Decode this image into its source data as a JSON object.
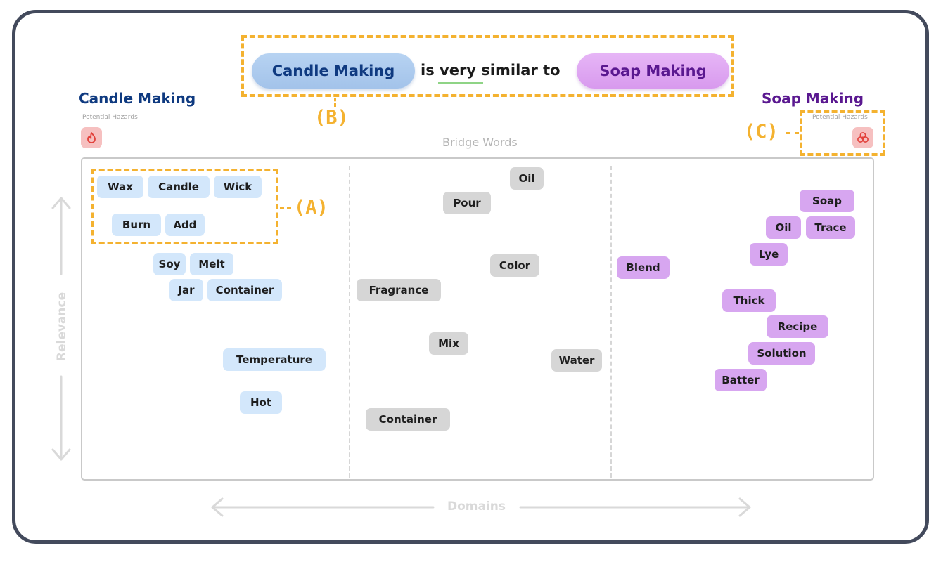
{
  "header": {
    "left_concept": "Candle Making",
    "connector_prefix": "is ",
    "connector_emphasis": "very",
    "connector_suffix": " similar to",
    "right_concept": "Soap Making"
  },
  "annotations": {
    "a": "(A)",
    "b": "(B)",
    "c": "(C)"
  },
  "left_domain": {
    "title": "Candle Making",
    "hazards_label": "Potential Hazards",
    "hazard_icon": "flame-icon"
  },
  "right_domain": {
    "title": "Soap Making",
    "hazards_label": "Potential Hazards",
    "hazard_icon": "biohazard-icon"
  },
  "bridge_label": "Bridge Words",
  "axes": {
    "x_label": "Domains",
    "y_label": "Relevance"
  },
  "colors": {
    "accent": "#f4b230",
    "left_tag": "#d3e7fb",
    "bridge_tag": "#d6d6d6",
    "right_tag": "#d7a6f0",
    "left_title": "#0f3a80",
    "right_title": "#5a1890"
  },
  "left_words": [
    "Wax",
    "Candle",
    "Wick",
    "Burn",
    "Add",
    "Soy",
    "Melt",
    "Jar",
    "Container",
    "Temperature",
    "Hot"
  ],
  "bridge_words": [
    "Oil",
    "Pour",
    "Color",
    "Fragrance",
    "Mix",
    "Water",
    "Container"
  ],
  "right_words": [
    "Soap",
    "Oil",
    "Trace",
    "Lye",
    "Blend",
    "Thick",
    "Recipe",
    "Solution",
    "Batter"
  ]
}
